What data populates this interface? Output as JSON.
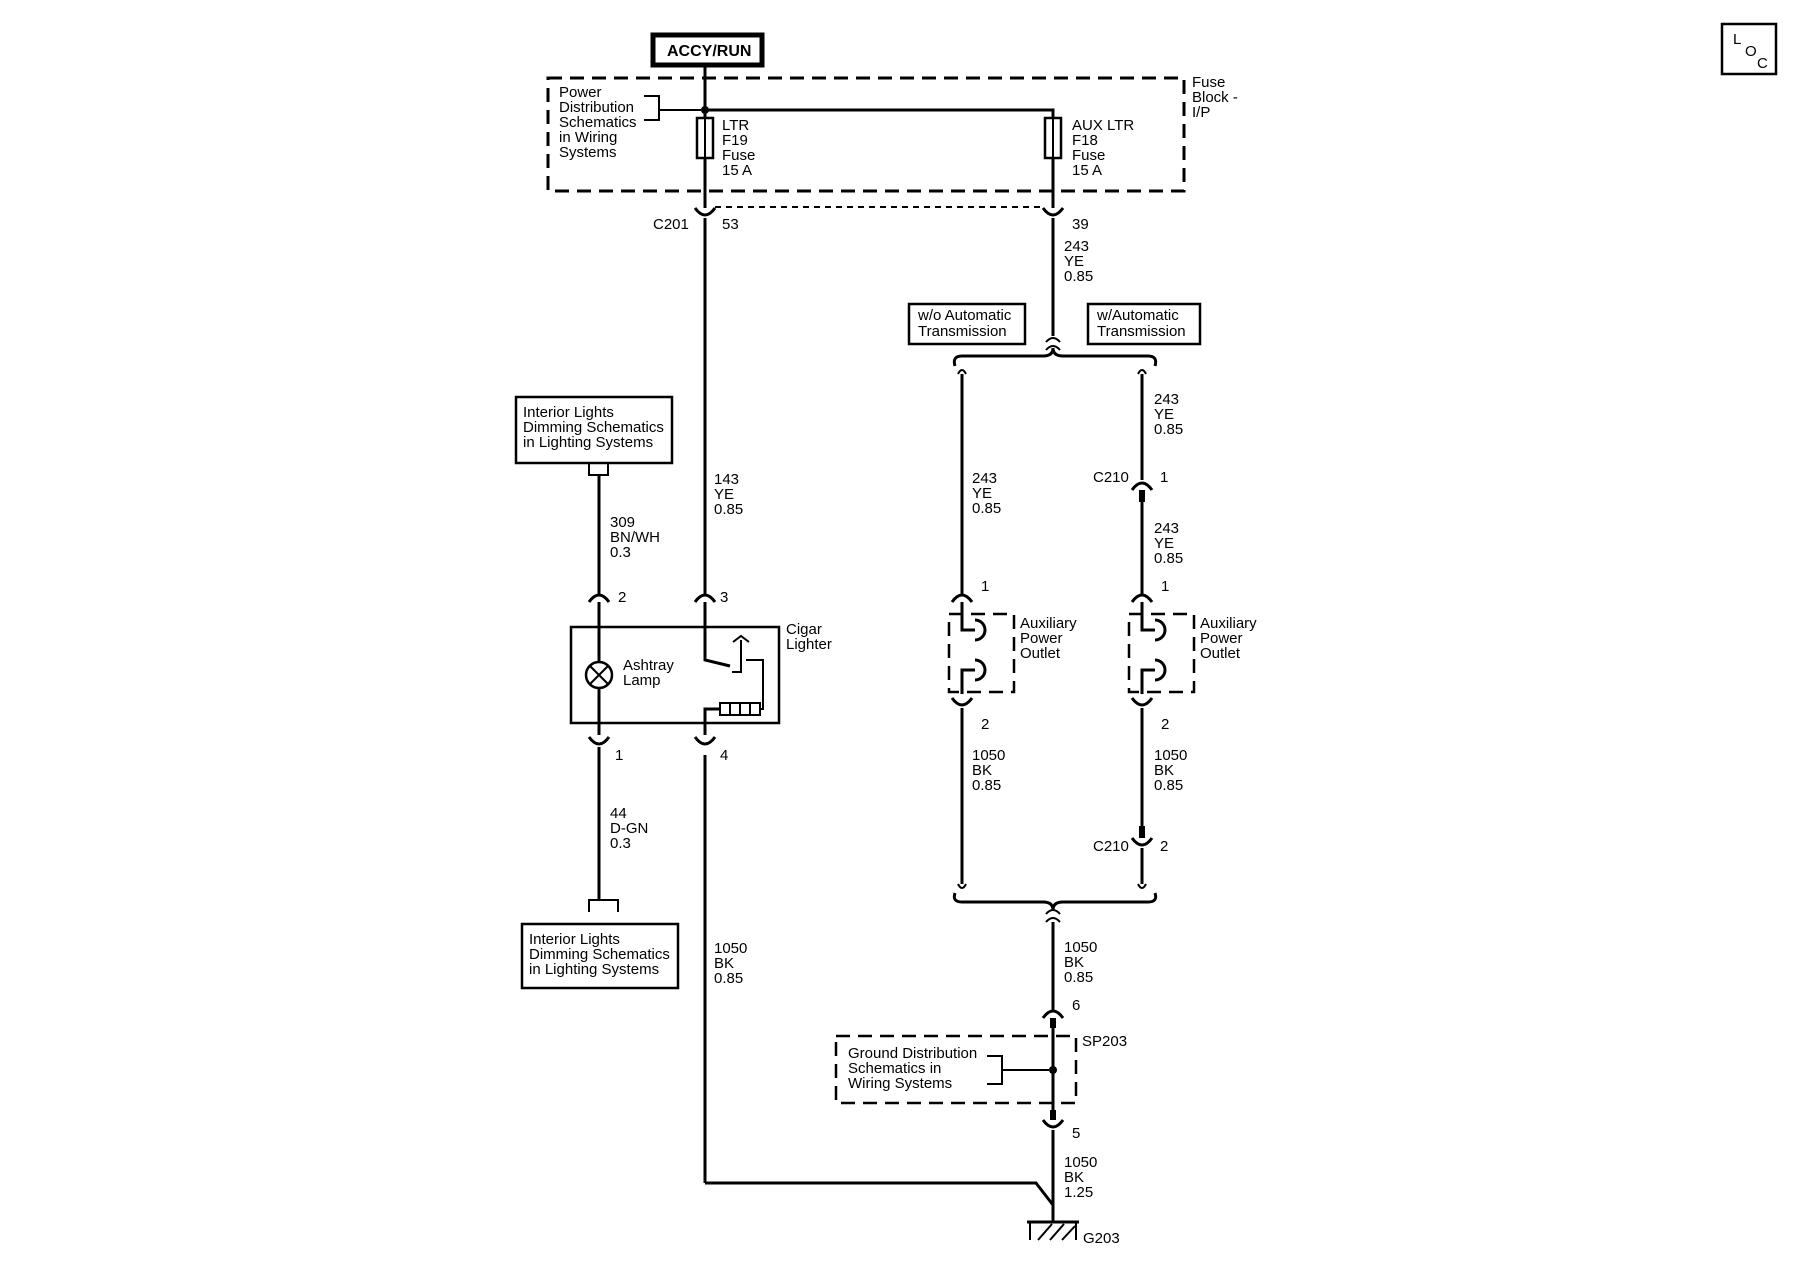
{
  "power_source": "ACCY/RUN",
  "loc_symbol": {
    "l": "L",
    "o": "O",
    "c": "C"
  },
  "fuse_block": {
    "label": [
      "Fuse",
      "Block -",
      "I/P"
    ]
  },
  "power_dist_ref": [
    "Power",
    "Distribution",
    "Schematics",
    "in Wiring",
    "Systems"
  ],
  "fuses": [
    {
      "lines": [
        "LTR",
        "F19",
        "Fuse",
        "15 A"
      ]
    },
    {
      "lines": [
        "AUX LTR",
        "F18",
        "Fuse",
        "15 A"
      ]
    }
  ],
  "connectors": {
    "c201": "C201",
    "c201_pin_53": "53",
    "c201_pin_39": "39",
    "c210_a": "C210",
    "c210_a_pin": "1",
    "c210_b": "C210",
    "c210_b_pin": "2"
  },
  "wires": {
    "w143": [
      "143",
      "YE",
      "0.85"
    ],
    "w243_top": [
      "243",
      "YE",
      "0.85"
    ],
    "w243_left": [
      "243",
      "YE",
      "0.85"
    ],
    "w243_right_top": [
      "243",
      "YE",
      "0.85"
    ],
    "w243_right_mid": [
      "243",
      "YE",
      "0.85"
    ],
    "w309": [
      "309",
      "BN/WH",
      "0.3"
    ],
    "w44": [
      "44",
      "D-GN",
      "0.3"
    ],
    "w1050_left": [
      "1050",
      "BK",
      "0.85"
    ],
    "w1050_aux_left": [
      "1050",
      "BK",
      "0.85"
    ],
    "w1050_aux_right": [
      "1050",
      "BK",
      "0.85"
    ],
    "w1050_join": [
      "1050",
      "BK",
      "0.85"
    ],
    "w1050_ground": [
      "1050",
      "BK",
      "1.25"
    ]
  },
  "options": {
    "without": [
      "w/o Automatic",
      "Transmission"
    ],
    "with": [
      "w/Automatic",
      "Transmission"
    ]
  },
  "interior_lights_ref": [
    "Interior Lights",
    "Dimming Schematics",
    "in Lighting Systems"
  ],
  "ashtray_cigar": {
    "lamp": [
      "Ashtray",
      "Lamp"
    ],
    "lighter": [
      "Cigar",
      "Lighter"
    ],
    "pins": {
      "p2": "2",
      "p3": "3",
      "p1": "1",
      "p4": "4"
    }
  },
  "aux_outlet": {
    "label": [
      "Auxiliary",
      "Power",
      "Outlet"
    ],
    "pin_top": "1",
    "pin_bottom": "2"
  },
  "splice": {
    "name": "SP203",
    "pin_top": "6",
    "pin_bottom": "5"
  },
  "ground_dist_ref": [
    "Ground Distribution",
    "Schematics in",
    "Wiring Systems"
  ],
  "ground": "G203"
}
